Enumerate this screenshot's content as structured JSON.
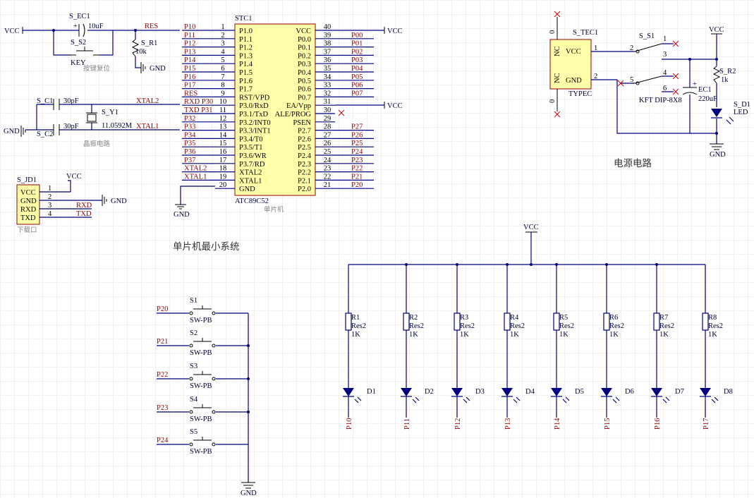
{
  "sections": {
    "mcu_system": "单片机最小系统",
    "power": "电源电路"
  },
  "mcu": {
    "designator": "STC1",
    "part": "ATC89C52",
    "caption": "单片机",
    "left_pins": [
      {
        "num": "1",
        "name": "P1.0",
        "net": "P10"
      },
      {
        "num": "2",
        "name": "P1.1",
        "net": "P11"
      },
      {
        "num": "3",
        "name": "P1.2",
        "net": "P12"
      },
      {
        "num": "4",
        "name": "P1.3",
        "net": "P13"
      },
      {
        "num": "5",
        "name": "P1.4",
        "net": "P14"
      },
      {
        "num": "6",
        "name": "P1.5",
        "net": "P15"
      },
      {
        "num": "7",
        "name": "P1.6",
        "net": "P16"
      },
      {
        "num": "8",
        "name": "P1.7",
        "net": "P17"
      },
      {
        "num": "9",
        "name": "RST/VPD",
        "net": "RES"
      },
      {
        "num": "10",
        "name": "P3.0/RxD",
        "net": "RXD P30"
      },
      {
        "num": "11",
        "name": "P3.1/TxD",
        "net": "TXD P31"
      },
      {
        "num": "12",
        "name": "P3.2/INT0",
        "net": "P32"
      },
      {
        "num": "13",
        "name": "P3.3/INT1",
        "net": "P33"
      },
      {
        "num": "14",
        "name": "P3.4/T0",
        "net": "P34"
      },
      {
        "num": "15",
        "name": "P3.5/T1",
        "net": "P35"
      },
      {
        "num": "16",
        "name": "P3.6/WR",
        "net": "P36"
      },
      {
        "num": "17",
        "name": "P3.7/RD",
        "net": "P37"
      },
      {
        "num": "18",
        "name": "XTAL2",
        "net": "XTAL2"
      },
      {
        "num": "19",
        "name": "XTAL1",
        "net": "XTAL1"
      },
      {
        "num": "20",
        "name": "GND",
        "net": ""
      }
    ],
    "right_pins": [
      {
        "num": "40",
        "name": "VCC",
        "net": "VCC"
      },
      {
        "num": "39",
        "name": "P0.0",
        "net": "P00"
      },
      {
        "num": "38",
        "name": "P0.1",
        "net": "P01"
      },
      {
        "num": "37",
        "name": "P0.2",
        "net": "P02"
      },
      {
        "num": "36",
        "name": "P0.3",
        "net": "P03"
      },
      {
        "num": "35",
        "name": "P0.4",
        "net": "P04"
      },
      {
        "num": "34",
        "name": "P0.5",
        "net": "P05"
      },
      {
        "num": "33",
        "name": "P0.6",
        "net": "P06"
      },
      {
        "num": "32",
        "name": "P0.7",
        "net": "P07"
      },
      {
        "num": "31",
        "name": "EA/Vpp",
        "net": "VCC"
      },
      {
        "num": "30",
        "name": "ALE/PROG",
        "net": ""
      },
      {
        "num": "29",
        "name": "PSEN",
        "net": ""
      },
      {
        "num": "28",
        "name": "P2.7",
        "net": "P27"
      },
      {
        "num": "27",
        "name": "P2.6",
        "net": "P26"
      },
      {
        "num": "26",
        "name": "P2.5",
        "net": "P25"
      },
      {
        "num": "25",
        "name": "P2.4",
        "net": "P24"
      },
      {
        "num": "24",
        "name": "P2.3",
        "net": "P23"
      },
      {
        "num": "23",
        "name": "P2.2",
        "net": "P22"
      },
      {
        "num": "22",
        "name": "P2.1",
        "net": "P21"
      },
      {
        "num": "21",
        "name": "P2.0",
        "net": "P20"
      }
    ]
  },
  "reset": {
    "vcc": "VCC",
    "cap_ref": "S_EC1",
    "cap_value": "10uF",
    "res_net": "RES",
    "switch_ref": "S_S2",
    "switch_label": "KEY",
    "resistor_ref": "S_R1",
    "resistor_value": "10k",
    "note": "按键复位",
    "gnd": "GND"
  },
  "crystal": {
    "c1_ref": "S_C1",
    "c1_value": "30pF",
    "c2_ref": "S_C2",
    "c2_value": "30pF",
    "xtal_ref": "S_Y1",
    "xtal_value": "11.0592M",
    "net_xtal2": "XTAL2",
    "net_xtal1": "XTAL1",
    "gnd": "GND",
    "note": "晶振电路"
  },
  "download": {
    "ref": "S_JD1",
    "pins": [
      {
        "num": "1",
        "name": "VCC",
        "net": "VCC"
      },
      {
        "num": "2",
        "name": "GND",
        "net": "GND"
      },
      {
        "num": "3",
        "name": "RXD",
        "net": "RXD"
      },
      {
        "num": "4",
        "name": "TXD",
        "net": "TXD"
      }
    ],
    "note": "下载口"
  },
  "power": {
    "conn_ref": "S_TEC1",
    "conn_label": "TYPEC",
    "conn_pins": [
      {
        "num": "1",
        "name": "VCC"
      },
      {
        "num": "2",
        "name": "GND"
      }
    ],
    "nc_label": "NC",
    "nc_pin": "0",
    "switch_ref": "S_S1",
    "switch_label": "KFT DIP-8X8",
    "switch_pins": [
      "1",
      "2",
      "3",
      "4",
      "5",
      "6"
    ],
    "cap_ref": "EC1",
    "cap_value": "220uF",
    "res_ref": "S_R2",
    "res_value": "1k",
    "led_ref": "S_D1",
    "led_label": "LED",
    "vcc": "VCC",
    "gnd": "GND"
  },
  "leds": {
    "vcc": "VCC",
    "items": [
      {
        "r": "R1",
        "type": "Res2",
        "value": "1K",
        "d": "D1",
        "net": "P10"
      },
      {
        "r": "R2",
        "type": "Res2",
        "value": "1K",
        "d": "D2",
        "net": "P11"
      },
      {
        "r": "R3",
        "type": "Res2",
        "value": "1K",
        "d": "D3",
        "net": "P12"
      },
      {
        "r": "R4",
        "type": "Res2",
        "value": "1K",
        "d": "D4",
        "net": "P13"
      },
      {
        "r": "R5",
        "type": "Res2",
        "value": "1K",
        "d": "D5",
        "net": "P14"
      },
      {
        "r": "R6",
        "type": "Res2",
        "value": "1K",
        "d": "D6",
        "net": "P15"
      },
      {
        "r": "R7",
        "type": "Res2",
        "value": "1K",
        "d": "D7",
        "net": "P16"
      },
      {
        "r": "R8",
        "type": "Res2",
        "value": "1K",
        "d": "D8",
        "net": "P17"
      }
    ]
  },
  "buttons": {
    "gnd": "GND",
    "items": [
      {
        "ref": "S1",
        "label": "SW-PB",
        "net": "P20"
      },
      {
        "ref": "S2",
        "label": "SW-PB",
        "net": "P21"
      },
      {
        "ref": "S3",
        "label": "SW-PB",
        "net": "P22"
      },
      {
        "ref": "S4",
        "label": "SW-PB",
        "net": "P23"
      },
      {
        "ref": "S5",
        "label": "SW-PB",
        "net": "P24"
      }
    ]
  }
}
